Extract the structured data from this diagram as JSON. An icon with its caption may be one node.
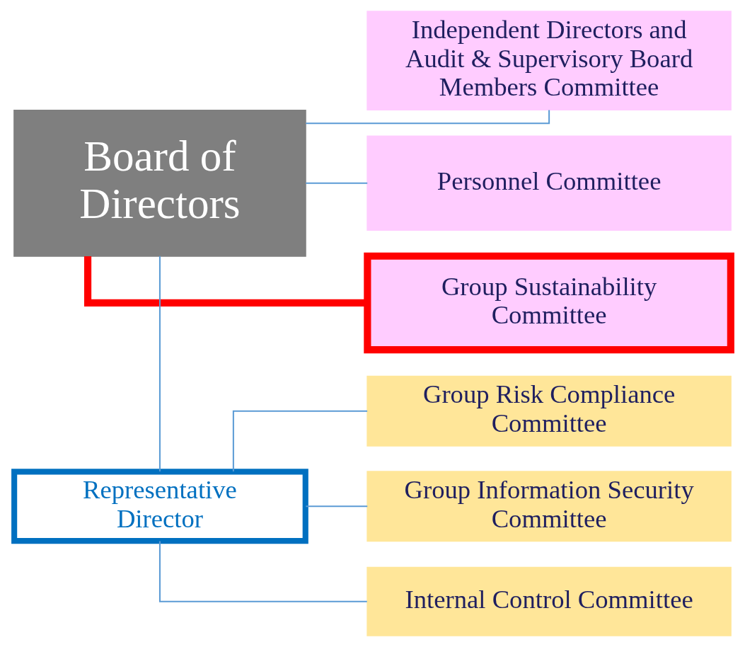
{
  "diagram": {
    "nodes": [
      {
        "text": [
          "Board of Directors"
        ]
      },
      {
        "text": [
          "Independent Directors and Audit & Supervisory Board Members Committee"
        ]
      },
      {
        "text": [
          "Personnel Committee"
        ]
      },
      {
        "text": [
          "Group Sustainability Committee"
        ]
      },
      {
        "text": [
          "Representative Director"
        ]
      },
      {
        "text": [
          "Group Risk Compliance Committee"
        ]
      },
      {
        "text": [
          "Group Information Security Committee"
        ]
      },
      {
        "text": [
          "Internal Control Committee"
        ]
      }
    ],
    "edges": [
      {
        "from": 0,
        "to": 1,
        "arrow": "none"
      },
      {
        "from": 0,
        "to": 2,
        "arrow": "none"
      },
      {
        "from": 0,
        "to": 3,
        "arrow": "none",
        "style": "thick",
        "color": "#ff0000"
      },
      {
        "from": 0,
        "to": 4,
        "arrow": "none"
      },
      {
        "from": 4,
        "to": 5,
        "arrow": "none"
      },
      {
        "from": 4,
        "to": 6,
        "arrow": "none"
      },
      {
        "from": 4,
        "to": 7,
        "arrow": "none"
      }
    ]
  }
}
